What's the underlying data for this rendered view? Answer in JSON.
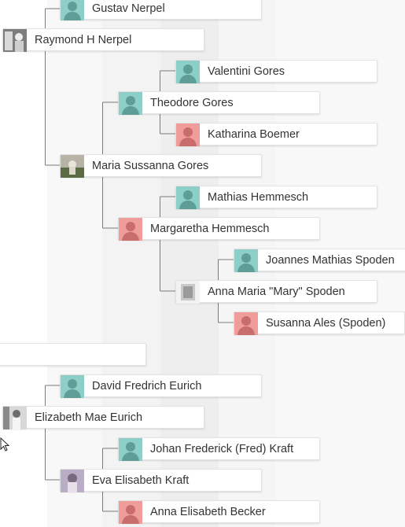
{
  "colors": {
    "male": "#8ccfc7",
    "female": "#f09c9a",
    "line": "#7a7a7a"
  },
  "people": {
    "gustav": {
      "name": "Gustav Nerpel",
      "avatar": "male-silhouette-icon"
    },
    "raymond": {
      "name": "Raymond H Nerpel",
      "avatar": "photo"
    },
    "valentini": {
      "name": "Valentini Gores",
      "avatar": "male-silhouette-icon"
    },
    "theodore": {
      "name": "Theodore Gores",
      "avatar": "male-silhouette-icon"
    },
    "katharina": {
      "name": "Katharina Boemer",
      "avatar": "female-silhouette-icon"
    },
    "maria": {
      "name": "Maria Sussanna Gores",
      "avatar": "photo"
    },
    "mathias": {
      "name": "Mathias Hemmesch",
      "avatar": "male-silhouette-icon"
    },
    "margaretha": {
      "name": "Margaretha Hemmesch",
      "avatar": "female-silhouette-icon"
    },
    "joannes": {
      "name": "Joannes Mathias Spoden",
      "avatar": "male-silhouette-icon"
    },
    "annamaria": {
      "name": "Anna Maria \"Mary\" Spoden",
      "avatar": "photo"
    },
    "susanna": {
      "name": "Susanna Ales (Spoden)",
      "avatar": "female-silhouette-icon"
    },
    "david": {
      "name": "David Fredrich Eurich",
      "avatar": "male-silhouette-icon"
    },
    "elizabeth": {
      "name": "Elizabeth Mae Eurich",
      "avatar": "photo"
    },
    "johan": {
      "name": "Johan Frederick (Fred) Kraft",
      "avatar": "male-silhouette-icon"
    },
    "eva": {
      "name": "Eva Elisabeth Kraft",
      "avatar": "photo"
    },
    "annaelisabeth": {
      "name": "Anna Elisabeth Becker",
      "avatar": "female-silhouette-icon"
    }
  },
  "empty_card": {
    "name": ""
  }
}
